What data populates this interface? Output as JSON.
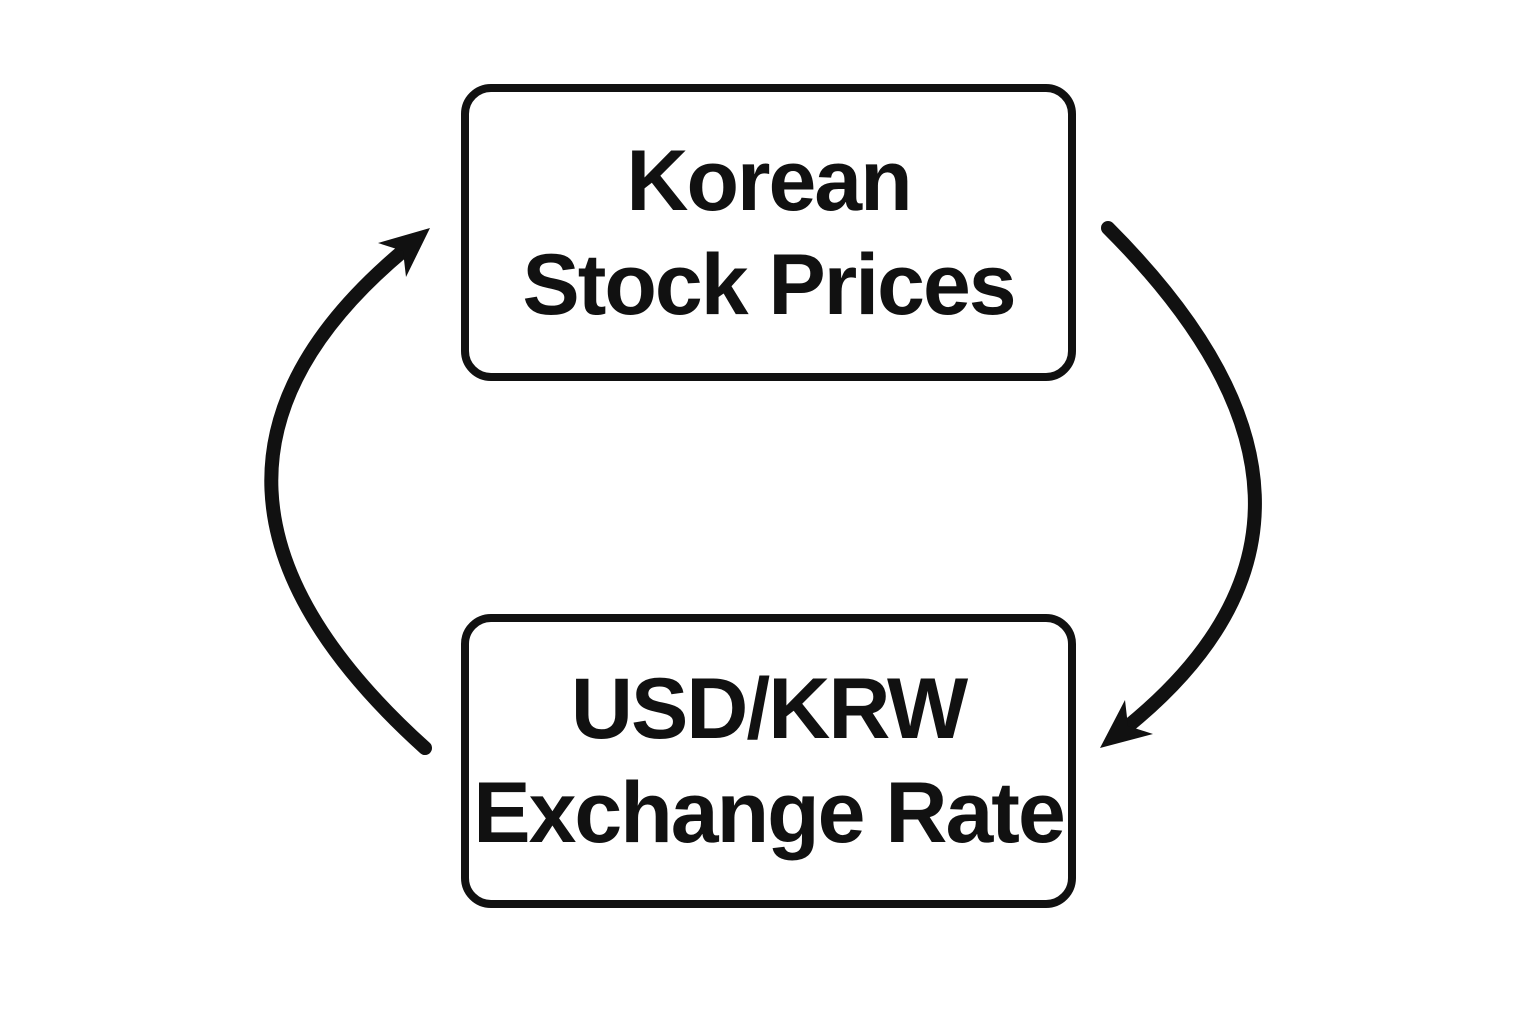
{
  "diagram": {
    "type": "cyclic-feedback-diagram",
    "nodes": [
      {
        "id": "korean-stock-prices",
        "lines": [
          "Korean",
          "Stock Prices"
        ]
      },
      {
        "id": "usd-krw-exchange-rate",
        "lines": [
          "USD/KRW",
          "Exchange Rate"
        ]
      }
    ],
    "edges": [
      {
        "from": "korean-stock-prices",
        "to": "usd-krw-exchange-rate",
        "side": "right",
        "direction": "downward",
        "style": "curved-arrow"
      },
      {
        "from": "usd-krw-exchange-rate",
        "to": "korean-stock-prices",
        "side": "left",
        "direction": "upward",
        "style": "curved-arrow"
      }
    ],
    "colors": {
      "stroke": "#111111",
      "box_fill": "#ffffff",
      "background": "#ffffff"
    }
  }
}
